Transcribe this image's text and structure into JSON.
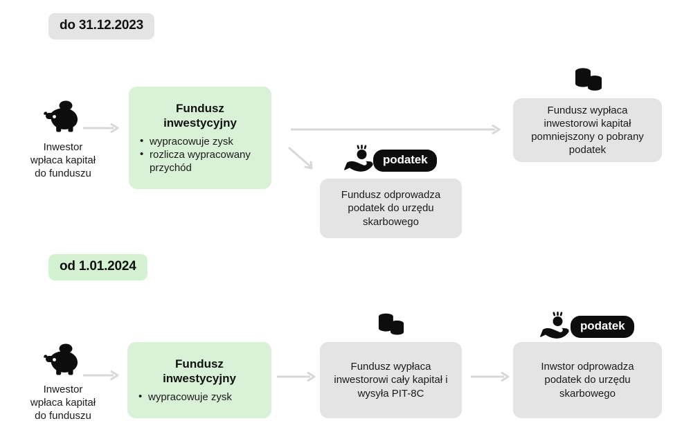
{
  "diagram": {
    "title_hidden": "",
    "colors": {
      "green_card": "#d9f2d7",
      "gray_card": "#e4e4e4",
      "badge_gray": "#e4e4e4",
      "badge_green": "#d4f1d2",
      "pill_black": "#0d0d0d",
      "arrow_gray": "#d8d8d8",
      "text": "#111111"
    },
    "sections": [
      {
        "id": "before-2024",
        "badge": "do 31.12.2023",
        "badge_style": "gray",
        "investor": {
          "icon": "piggy-bank-icon",
          "caption": "Inwestor\nwpłaca kapitał\ndo funduszu"
        },
        "fund": {
          "title": "Fundusz\ninwestycyjny",
          "title_line1": "Fundusz",
          "title_line2": "inwestycyjny",
          "bullets": [
            "wypracowuje zysk",
            "rozlicza wypracowany przychód"
          ]
        },
        "tax_node": {
          "icon": "tax-hand-icon",
          "pill": "podatek",
          "text": "Fundusz odprowadza podatek do urzędu skarbowego"
        },
        "payout_node": {
          "icon": "coins-icon",
          "text": "Fundusz wypłaca inwestorowi kapitał pomniejszony o pobrany podatek"
        }
      },
      {
        "id": "from-2024",
        "badge": "od 1.01.2024",
        "badge_style": "green",
        "investor": {
          "icon": "piggy-bank-icon",
          "caption": "Inwestor\nwpłaca kapitał\ndo funduszu"
        },
        "fund": {
          "title_line1": "Fundusz",
          "title_line2": "inwestycyjny",
          "bullets": [
            "wypracowuje zysk"
          ]
        },
        "payout_node": {
          "icon": "coins-icon",
          "text": "Fundusz wypłaca inwestorowi cały kapitał i wysyła PIT-8C"
        },
        "tax_node": {
          "icon": "tax-hand-icon",
          "pill": "podatek",
          "text": "Inwstor odprowadza podatek do urzędu skarbowego"
        }
      }
    ]
  }
}
